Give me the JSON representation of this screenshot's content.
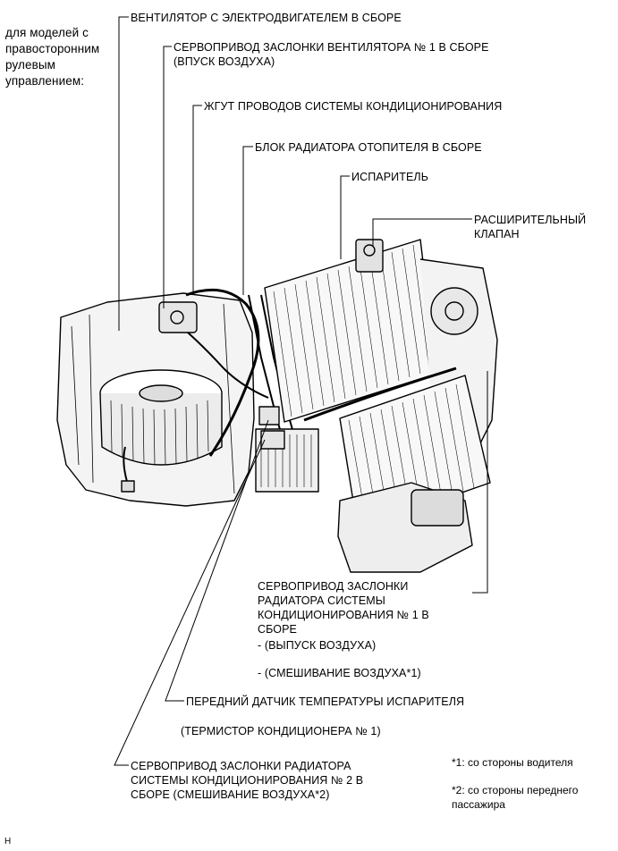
{
  "header_note": [
    "для моделей с",
    "правосторонним",
    "рулевым",
    "управлением:"
  ],
  "labels": {
    "blower": "ВЕНТИЛЯТОР С ЭЛЕКТРОДВИГАТЕЛЕМ В СБОРЕ",
    "servo_intake": [
      "СЕРВОПРИВОД ЗАСЛОНКИ ВЕНТИЛЯТОРА № 1 В СБОРЕ",
      "(ВПУСК ВОЗДУХА)"
    ],
    "harness": "ЖГУТ ПРОВОДОВ СИСТЕМЫ КОНДИЦИОНИРОВАНИЯ",
    "heater_core": "БЛОК РАДИАТОРА ОТОПИТЕЛЯ В СБОРЕ",
    "evaporator": "ИСПАРИТЕЛЬ",
    "expansion_valve": [
      "РАСШИРИТЕЛЬНЫЙ",
      "КЛАПАН"
    ],
    "servo_no1": [
      "СЕРВОПРИВОД ЗАСЛОНКИ",
      "РАДИАТОРА СИСТЕМЫ",
      "КОНДИЦИОНИРОВАНИЯ № 1 В",
      "СБОРЕ"
    ],
    "servo_no1_outlet": "- (ВЫПУСК ВОЗДУХА)",
    "servo_no1_mix": "- (СМЕШИВАНИЕ ВОЗДУХА*1)",
    "evap_sensor": "ПЕРЕДНИЙ ДАТЧИК ТЕМПЕРАТУРЫ ИСПАРИТЕЛЯ",
    "thermistor": "(ТЕРМИСТОР КОНДИЦИОНЕРА № 1)",
    "servo_no2": [
      "СЕРВОПРИВОД ЗАСЛОНКИ РАДИАТОРА",
      "СИСТЕМЫ КОНДИЦИОНИРОВАНИЯ № 2 В",
      "СБОРЕ (СМЕШИВАНИЕ ВОЗДУХА*2)"
    ]
  },
  "footnotes": [
    "*1: со стороны водителя",
    "*2: со стороны переднего",
    "пассажира"
  ],
  "figure_code": "H"
}
